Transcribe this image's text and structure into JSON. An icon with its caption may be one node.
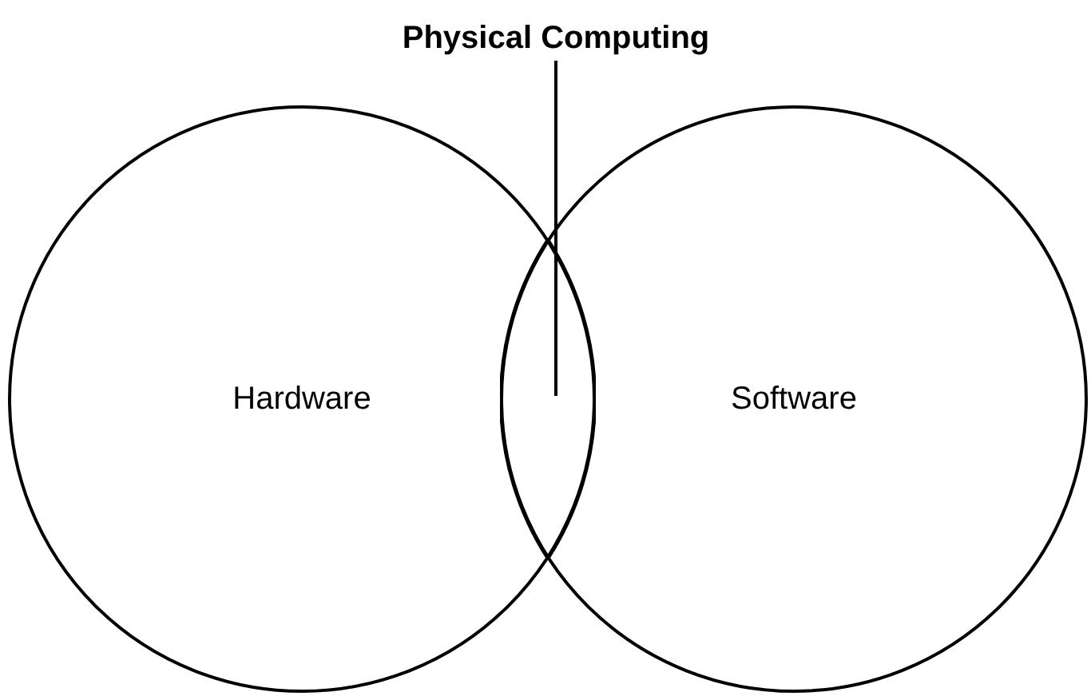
{
  "diagram": {
    "nodes": [
      {
        "text": [
          "Physical Computing"
        ]
      },
      {
        "text": [
          "Hardware"
        ]
      },
      {
        "text": [
          "Software"
        ]
      },
      {
        "text": [],
        "shape": "lens"
      }
    ],
    "edges": [
      {
        "from": 0,
        "to": 3,
        "arrow": "none"
      }
    ]
  }
}
